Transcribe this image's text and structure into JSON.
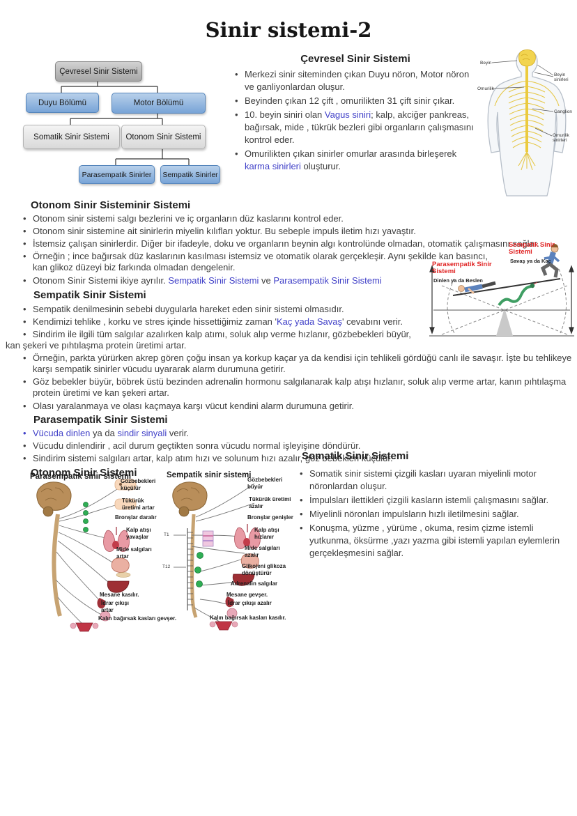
{
  "title": "Sinir sistemi-2",
  "colors": {
    "accent_blue": "#4141c8",
    "accent_red": "#e02525",
    "box_blue": "#78a4d7",
    "box_gray": "#a6a6a6"
  },
  "flowchart": {
    "cevresel": "Çevresel Sinir Sistemi",
    "duyu": "Duyu Bölümü",
    "motor": "Motor Bölümü",
    "somatik": "Somatik Sinir Sistemi",
    "otonom": "Otonom Sinir Sistemi",
    "parasempatik": "Parasempatik Sinirler",
    "sempatik": "Sempatik Sinirler"
  },
  "peripheral": {
    "heading": "Çevresel Sinir Sistemi",
    "bullets": [
      {
        "seg": [
          {
            "t": "Merkezi sinir siteminden çıkan Duyu nöron, Motor nöron ve ganliyonlardan oluşur."
          }
        ]
      },
      {
        "seg": [
          {
            "t": "Beyinden çıkan 12 çift , omurilikten 31 çift sinir çıkar."
          }
        ]
      },
      {
        "seg": [
          {
            "t": "10. beyin siniri olan "
          },
          {
            "t": "Vagus siniri",
            "c": "blue"
          },
          {
            "t": "; kalp, akciğer pankreas, bağırsak, mide , tükrük bezleri gibi organların çalışmasını kontrol eder."
          }
        ]
      },
      {
        "seg": [
          {
            "t": "Omurilikten çıkan sinirler omurlar arasında birleşerek "
          },
          {
            "t": "karma sinirleri",
            "c": "blue"
          },
          {
            "t": " oluşturur."
          }
        ]
      }
    ]
  },
  "body_figure": {
    "labels": [
      "Beyin",
      "Omurilik",
      "Beyin sinirleri",
      "Ganglion",
      "Omurilik sinirleri"
    ]
  },
  "otonom": {
    "heading": "Otonom Sinir Sisteminir Sistemi",
    "bullets": [
      {
        "seg": [
          {
            "t": "Otonom sinir sistemi salgı bezlerini ve iç organların düz kaslarını kontrol eder."
          }
        ]
      },
      {
        "seg": [
          {
            "t": "Otonom sinir sistemine ait sinirlerin miyelin kılıfları yoktur. Bu sebeple impuls iletim hızı yavaştır."
          }
        ]
      },
      {
        "seg": [
          {
            "t": "İstemsiz çalışan sinirlerdir. Diğer bir ifadeyle, doku ve organların beynin algı kontrolünde olmadan, otomatik çalışmasını sağlar."
          }
        ]
      },
      {
        "cls": "w660",
        "seg": [
          {
            "t": "Örneğin ; ince bağırsak düz kaslarının kasılması istemsiz ve otomatik olarak gerçekleşir. Aynı şekilde kan basıncı, kan glikoz düzeyi biz farkında olmadan dengelenir."
          }
        ]
      },
      {
        "seg": [
          {
            "t": "Otonom Sinir Sistemi ikiye ayrılır.  "
          },
          {
            "t": "Sempatik Sinir Sistemi",
            "c": "blue"
          },
          {
            "t": " ve "
          },
          {
            "t": "Parasempatik Sinir Sistemi",
            "c": "blue"
          }
        ]
      }
    ]
  },
  "sempatik": {
    "heading": "Sempatik Sinir Sistemi",
    "bullets": [
      {
        "seg": [
          {
            "t": "Sempatik denilmesinin sebebi duygularla hareket eden sinir sistemi olmasıdır."
          }
        ]
      },
      {
        "seg": [
          {
            "t": "Kendimizi tehlike , korku ve stres içinde hissettiğimiz zaman '"
          },
          {
            "t": "Kaç yada Savaş",
            "c": "blue"
          },
          {
            "t": "' cevabını verir."
          }
        ]
      },
      {
        "cls": "flow",
        "seg": [
          {
            "t": "Sindirim ile ilgili tüm salgılar azalırken kalp atımı, soluk alıp verme hızlanır, gözbebekleri büyür, kan şekeri ve pıhtılaşma protein üretimi artar."
          }
        ]
      },
      {
        "seg": [
          {
            "t": "Örneğin, parkta yürürken akrep gören çoğu insan ya korkup kaçar ya da kendisi için tehlikeli gördüğü canlı ile savaşır. İşte bu tehlikeye karşı sempatik sinirler vücudu uyararak alarm durumuna getirir."
          }
        ]
      },
      {
        "seg": [
          {
            "t": "Göz bebekler büyür, böbrek üstü bezinden adrenalin hormonu salgılanarak kalp atışı hızlanır, soluk alıp verme artar, kanın pıhtılaşma protein üretimi ve kan şekeri artar."
          }
        ]
      },
      {
        "seg": [
          {
            "t": "Olası yaralanmaya ve olası kaçmaya karşı vücut kendini alarm durumuna  getirir."
          }
        ]
      }
    ]
  },
  "parasempatik": {
    "heading": "Parasempatik Sinir Sistemi",
    "bullets": [
      {
        "mcls": "m-blue",
        "seg": [
          {
            "t": "Vücuda dinlen",
            "c": "blue"
          },
          {
            "t": " ya da "
          },
          {
            "t": "sindir sinyali",
            "c": "blue"
          },
          {
            "t": " verir."
          }
        ]
      },
      {
        "seg": [
          {
            "t": "Vücudu dinlendirir , acil durum geçtikten sonra vücudu normal işleyişine döndürür."
          }
        ]
      },
      {
        "seg": [
          {
            "t": "Sindirim sistemi salgıları artar, kalp atım hızı ve solunum hızı azalır, göz bebekleri küçülür."
          }
        ]
      }
    ]
  },
  "otonom2_heading": "Otonom Sinir Sistemi",
  "somatik": {
    "heading": "Somatik Sinir Sistemi",
    "bullets": [
      {
        "seg": [
          {
            "t": "Somatik sinir sistemi çizgili kasları uyaran miyelinli motor nöronlardan oluşur."
          }
        ]
      },
      {
        "seg": [
          {
            "t": "İmpulsları ilettikleri çizgili kasların istemli çalışmasını sağlar."
          }
        ]
      },
      {
        "seg": [
          {
            "t": "Miyelinli nöronları impulsların hızlı iletilmesini sağlar."
          }
        ]
      },
      {
        "seg": [
          {
            "t": "Konuşma, yüzme , yürüme , okuma, resim çizme istemli yutkunma, öksürme ,yazı yazma gibi istemli yapılan eylemlerin gerçekleşmesini sağlar."
          }
        ]
      }
    ]
  },
  "seesaw": {
    "sempatik_title": "Sempatik Sinir Sistemi",
    "sempatik_sub": "Savaş ya da Kaç",
    "parasempatik_title": "Parasempatik Sinir Sistemi",
    "parasempatik_sub": "Dinlen ya da Beslen"
  },
  "anatomy": {
    "left": {
      "title": "Parasempatik sinir sistemi",
      "labels": [
        "Gözbebekleri küçülür",
        "Tükürük üretimi artar",
        "Bronşlar daralır",
        "Kalp atışı yavaşlar",
        "Mide salgıları artar",
        "Mesane kasılır.",
        "İdrar çıkışı artar",
        "Kalın bağırsak kasları gevşer."
      ]
    },
    "right": {
      "title": "Sempatik sinir sistemi",
      "labels": [
        "Gözbebekleri büyür",
        "Tükürük üretimi azalır",
        "Bronşlar genişler",
        "Kalp atışı hızlanır",
        "Mide salgıları azalır",
        "Glikojeni glikoza dönüştürür",
        "Adrenalin salgılar",
        "Mesane gevşer.",
        "İdrar çıkışı azalır",
        "Kalın bağırsak kasları kasılır."
      ],
      "spine_labels": [
        "T1",
        "T12"
      ]
    }
  }
}
